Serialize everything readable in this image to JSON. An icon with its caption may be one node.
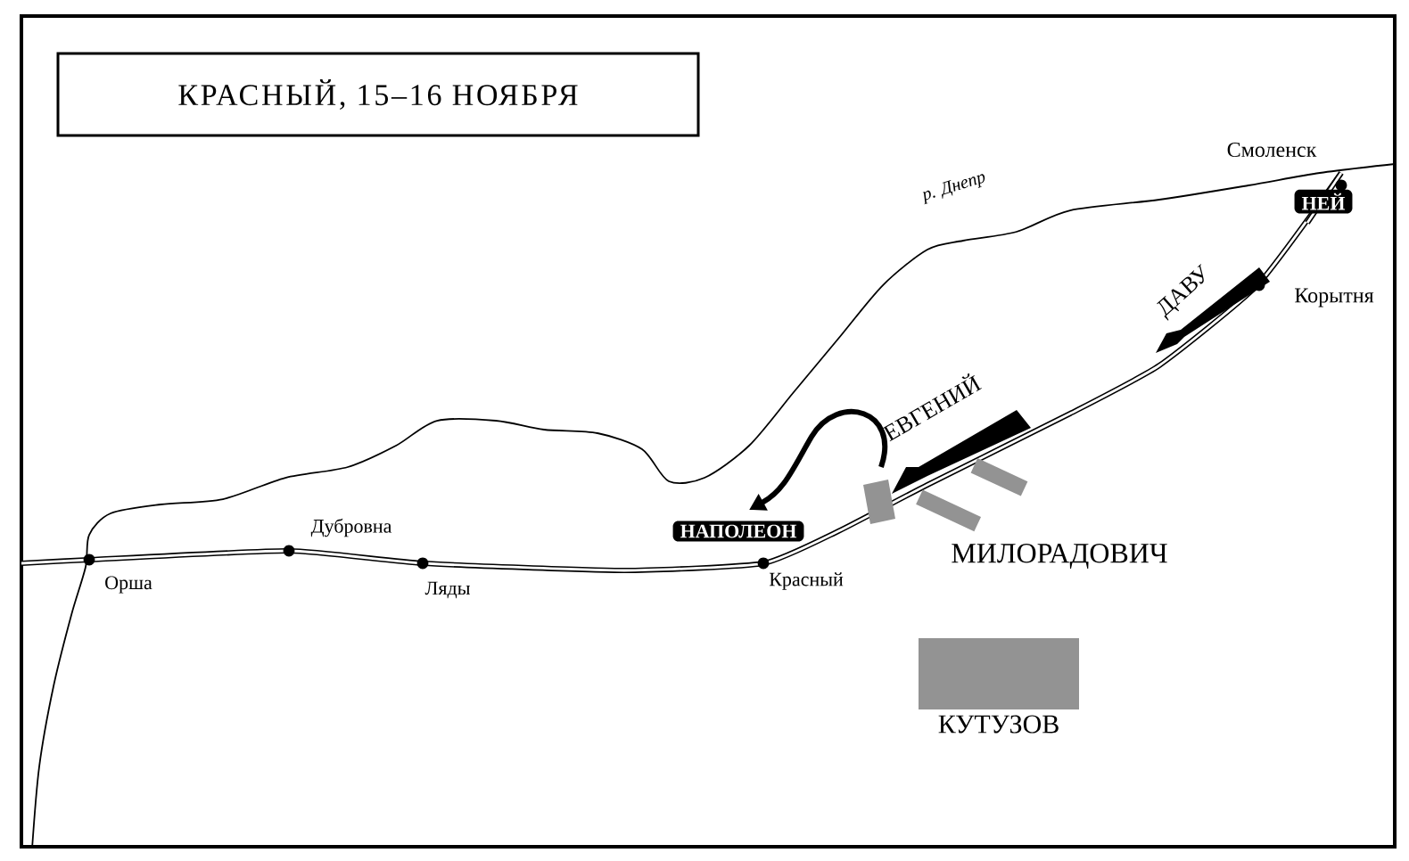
{
  "diagram": {
    "title": "КРАСНЫЙ, 15–16 НОЯБРЯ",
    "nodes": [
      {
        "text": [
          "НЕЙ"
        ]
      },
      {
        "text": [
          "НАПОЛЕОН"
        ]
      },
      {
        "text": [
          "КУТУЗОВ"
        ]
      }
    ],
    "labels": [
      "Смоленск",
      "р. Днепр",
      "ДАВУ",
      "Корытня",
      "ЕВГЕНИЙ",
      "Дубровна",
      "Орша",
      "Ляды",
      "Красный",
      "МИЛОРАДОВИЧ"
    ]
  }
}
